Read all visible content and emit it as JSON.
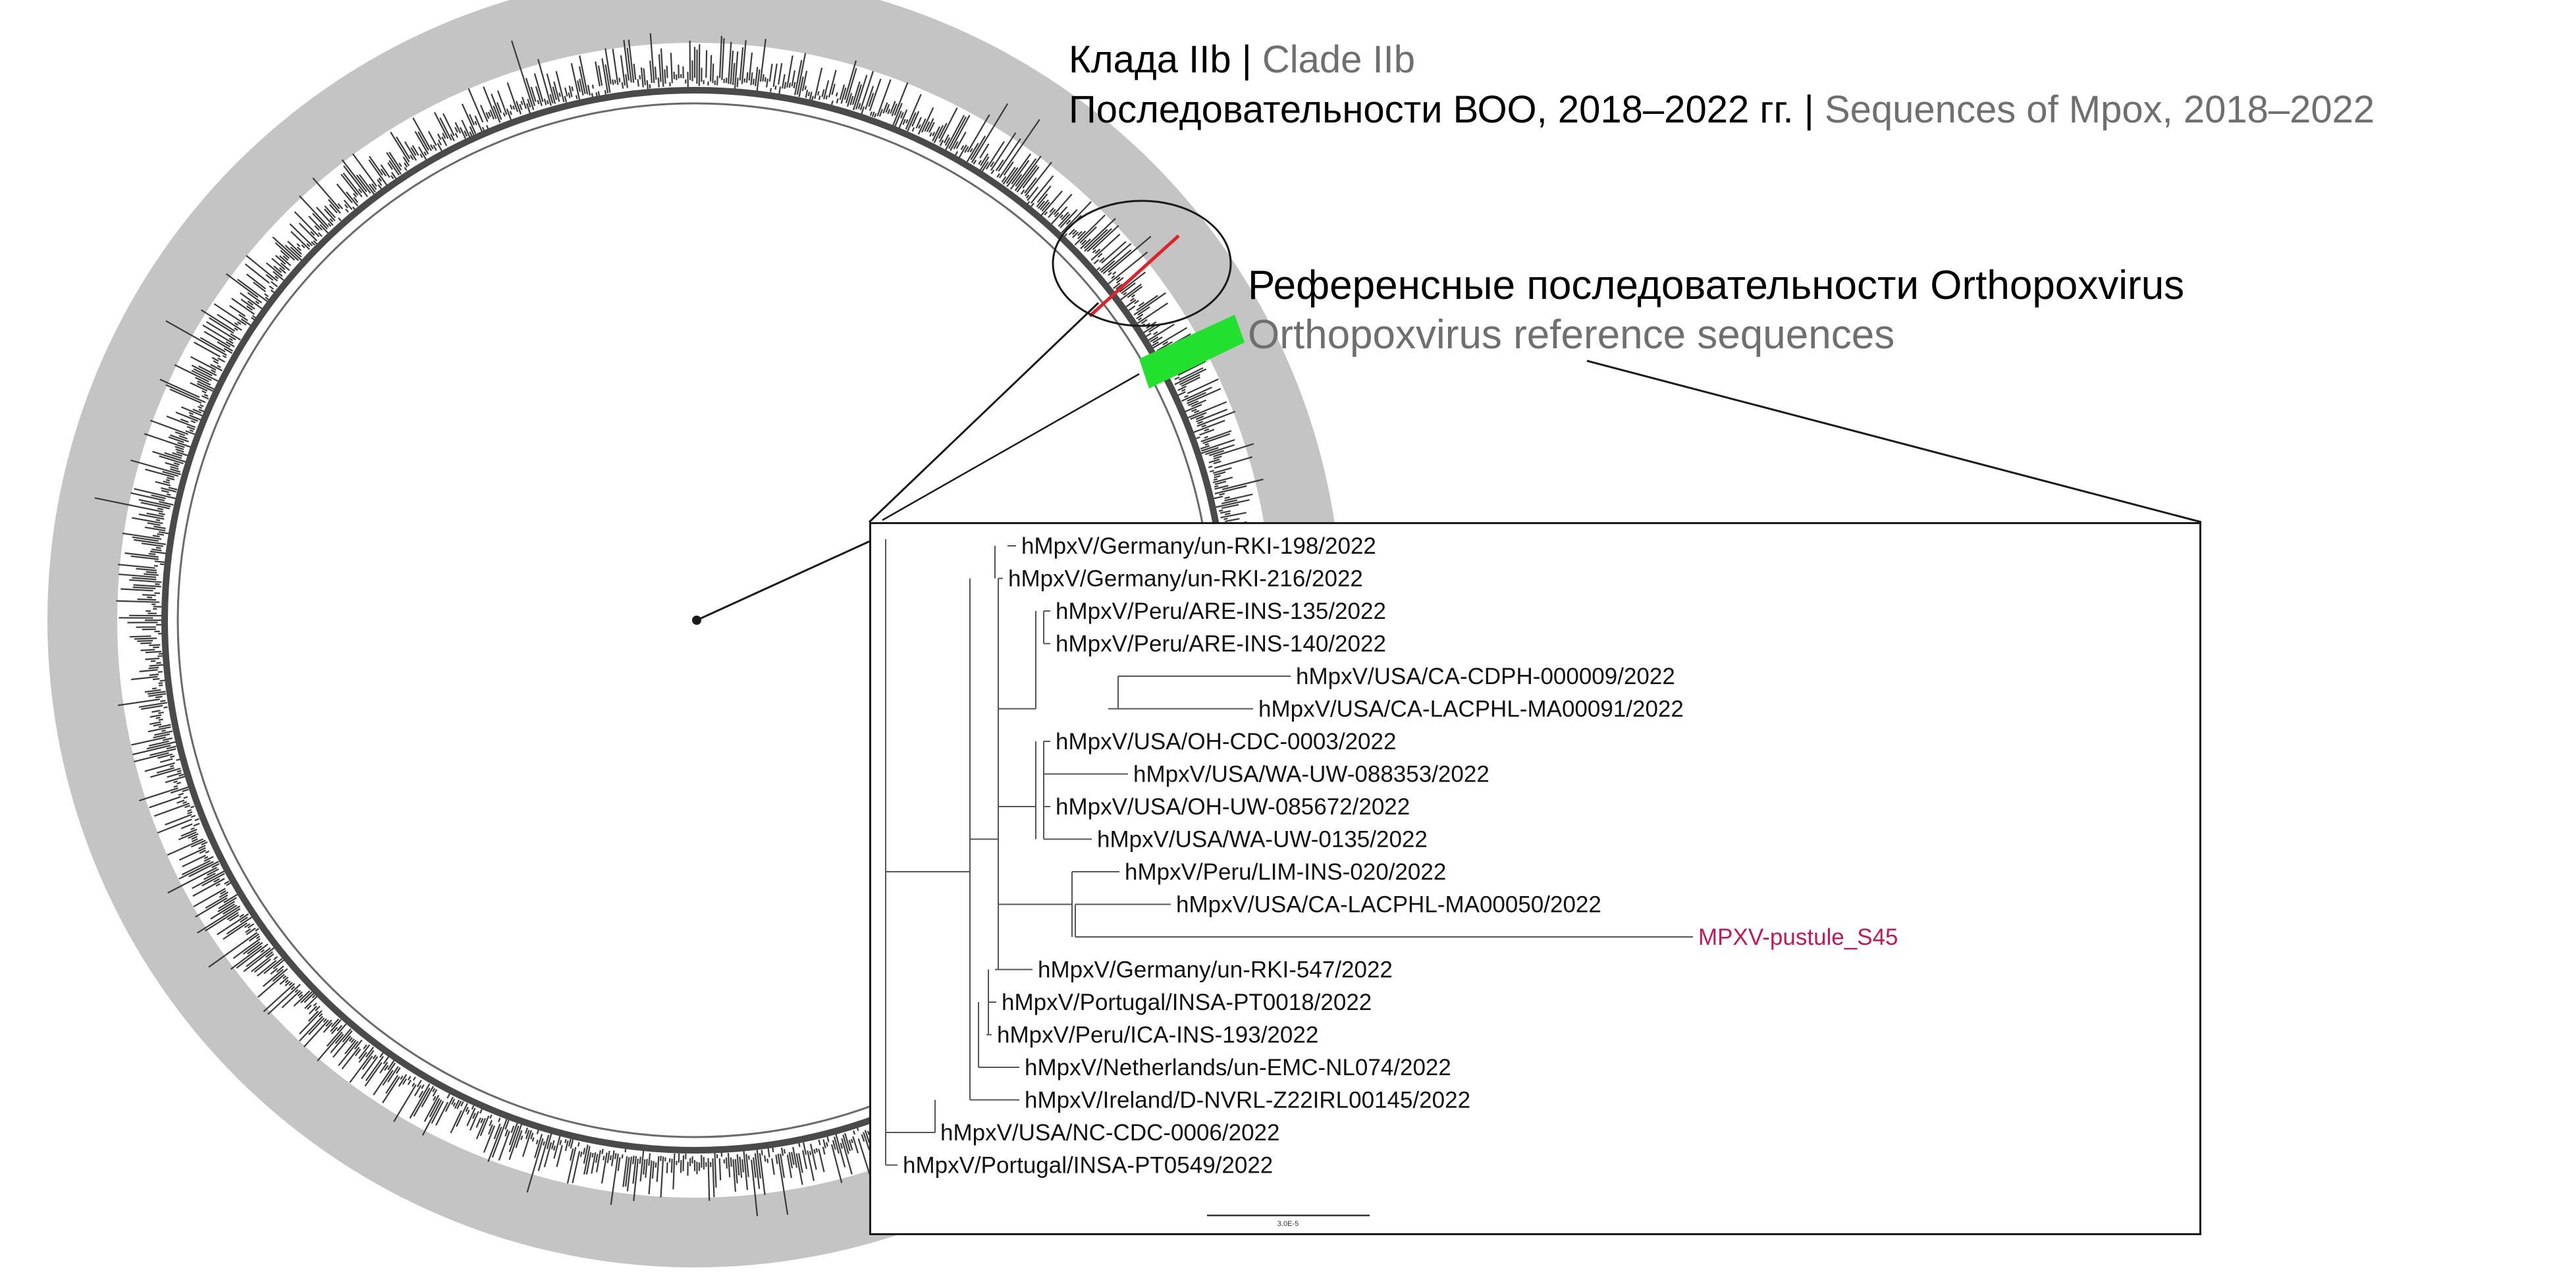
{
  "header": {
    "clade_ru": "Клада IIb",
    "separator": " | ",
    "clade_en": "Clade IIb",
    "sequences_ru": "Последовательности ВОО, 2018–2022 гг.",
    "sequences_en": "Sequences of Mpox, 2018–2022"
  },
  "reference_note": {
    "ru": "Референсные последовательности Orthopoxvirus",
    "en": "Orthopoxvirus reference sequences"
  },
  "colors": {
    "ring_gray": "#c4c4c4",
    "reference_green": "#22e02e",
    "query_red": "#e0202a",
    "query_label": "#c2185b",
    "branch": "#333333"
  },
  "subtree": {
    "leaves": [
      "hMpxV/Germany/un-RKI-198/2022",
      "hMpxV/Germany/un-RKI-216/2022",
      "hMpxV/Peru/ARE-INS-135/2022",
      "hMpxV/Peru/ARE-INS-140/2022",
      "hMpxV/USA/CA-CDPH-000009/2022",
      "hMpxV/USA/CA-LACPHL-MA00091/2022",
      "hMpxV/USA/OH-CDC-0003/2022",
      "hMpxV/USA/WA-UW-088353/2022",
      "hMpxV/USA/OH-UW-085672/2022",
      "hMpxV/USA/WA-UW-0135/2022",
      "hMpxV/Peru/LIM-INS-020/2022",
      "hMpxV/USA/CA-LACPHL-MA00050/2022",
      "MPXV-pustule_S45",
      "hMpxV/Germany/un-RKI-547/2022",
      "hMpxV/Portugal/INSA-PT0018/2022",
      "hMpxV/Peru/ICA-INS-193/2022",
      "hMpxV/Netherlands/un-EMC-NL074/2022",
      "hMpxV/Ireland/D-NVRL-Z22IRL00145/2022",
      "hMpxV/USA/NC-CDC-0006/2022",
      "hMpxV/Portugal/INSA-PT0549/2022"
    ],
    "highlighted_leaf": "MPXV-pustule_S45",
    "scale_bar_label": "3.0E-5"
  }
}
